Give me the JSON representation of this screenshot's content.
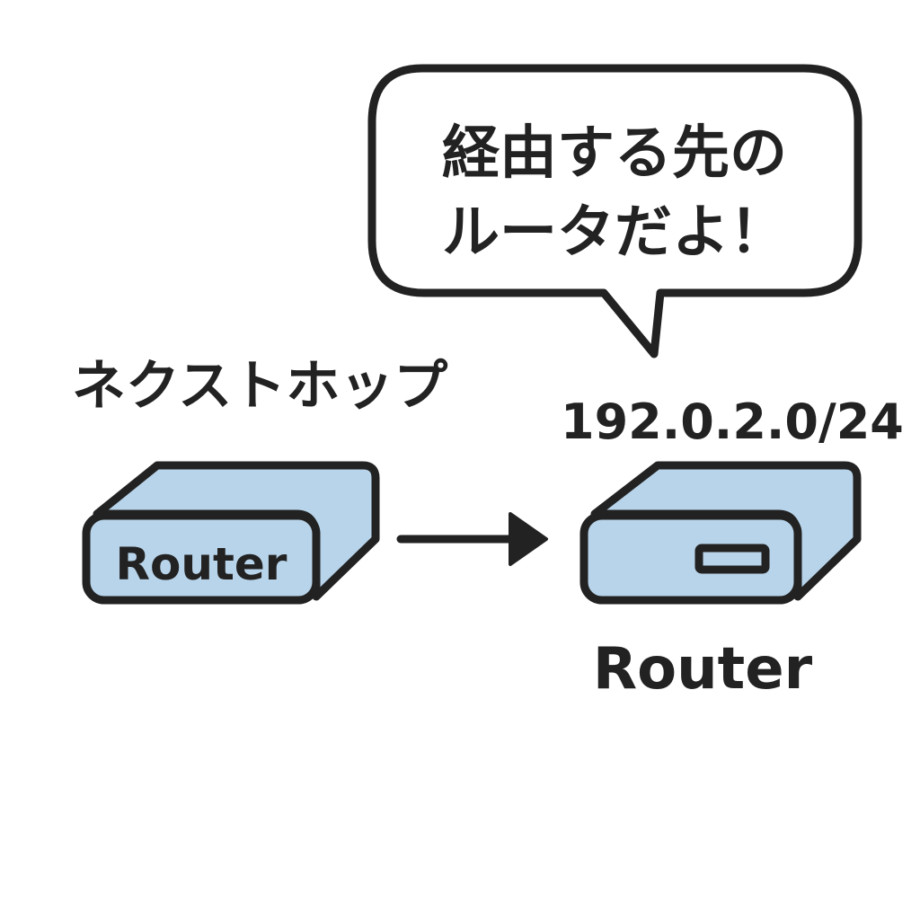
{
  "speech_bubble": {
    "line1": "経由する先の",
    "line2": "ルータだよ！"
  },
  "nexthop_label": "ネクストホップ",
  "network_label": "192.0.2.0/24",
  "left_router": {
    "label": "Router"
  },
  "right_router": {
    "label": "Router"
  },
  "colors": {
    "router_fill": "#b8d4ea",
    "outline": "#222222",
    "background": "#ffffff"
  }
}
